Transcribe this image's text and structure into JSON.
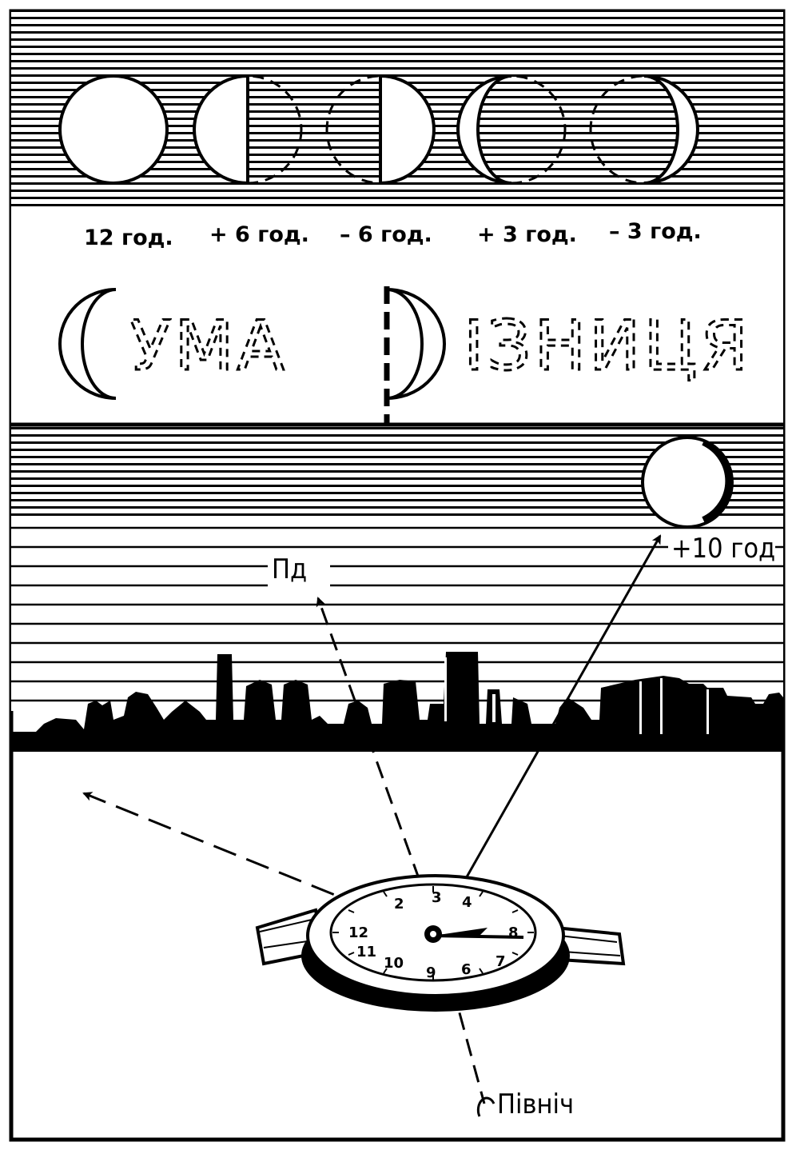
{
  "phases": {
    "labels": [
      "12 год.",
      "+ 6 год.",
      "– 6 год.",
      "+ 3 год.",
      "– 3 год."
    ]
  },
  "mnemonic": {
    "sum_word": "УМА",
    "diff_word": "ІЗНИЦЯ"
  },
  "sky": {
    "moon_label": "+10 год"
  },
  "directions": {
    "south_label": "Пд",
    "north_label": "Північ"
  },
  "watch": {
    "numerals": [
      "12",
      "2",
      "3",
      "4",
      "8",
      "7",
      "6",
      "9",
      "10",
      "11"
    ]
  }
}
